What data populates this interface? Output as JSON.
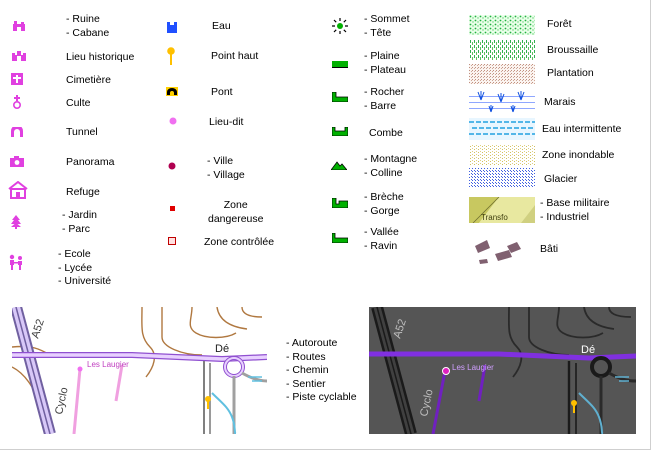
{
  "legend": {
    "col1": [
      {
        "text": "- Ruine\n- Cabane",
        "icon": "ruin-icon"
      },
      {
        "text": "Lieu historique",
        "icon": "historic-site-icon"
      },
      {
        "text": "Cimetière",
        "icon": "cemetery-icon"
      },
      {
        "text": "Culte",
        "icon": "worship-icon"
      },
      {
        "text": "Tunnel",
        "icon": "tunnel-icon"
      },
      {
        "text": "Panorama",
        "icon": "panorama-icon"
      },
      {
        "text": "Refuge",
        "icon": "refuge-icon"
      },
      {
        "text": "- Jardin\n- Parc",
        "icon": "garden-icon"
      },
      {
        "text": "- Ecole\n- Lycée\n- Université",
        "icon": "school-icon"
      }
    ],
    "col2": [
      {
        "text": "Eau",
        "icon": "water-icon"
      },
      {
        "text": "Point haut",
        "icon": "high-point-icon"
      },
      {
        "text": "Pont",
        "icon": "bridge-icon"
      },
      {
        "text": "Lieu-dit",
        "icon": "locality-icon"
      },
      {
        "text": "- Ville\n- Village",
        "icon": "town-icon"
      },
      {
        "text": "Zone\ndangereuse",
        "icon": "danger-zone-icon"
      },
      {
        "text": "Zone contrôlée",
        "icon": "controlled-zone-icon"
      }
    ],
    "col3": [
      {
        "text": "- Sommet\n- Tête",
        "icon": "summit-icon"
      },
      {
        "text": "- Plaine\n- Plateau",
        "icon": "plain-icon"
      },
      {
        "text": "- Rocher\n- Barre",
        "icon": "rock-icon"
      },
      {
        "text": "Combe",
        "icon": "combe-icon"
      },
      {
        "text": "- Montagne\n- Colline",
        "icon": "mountain-icon"
      },
      {
        "text": "- Brèche\n- Gorge",
        "icon": "gorge-icon"
      },
      {
        "text": "- Vallée\n- Ravin",
        "icon": "valley-icon"
      }
    ],
    "col4": [
      {
        "text": "Forêt",
        "swatch": "forest-swatch"
      },
      {
        "text": "Broussaille",
        "swatch": "scrub-swatch"
      },
      {
        "text": "Plantation",
        "swatch": "plantation-swatch"
      },
      {
        "text": "Marais",
        "swatch": "marsh-swatch"
      },
      {
        "text": "Eau intermittente",
        "swatch": "intermittent-water-swatch"
      },
      {
        "text": "Zone inondable",
        "swatch": "flood-zone-swatch"
      },
      {
        "text": "Glacier",
        "swatch": "glacier-swatch"
      },
      {
        "text": "- Base militaire\n- Industriel",
        "swatch": "military-industrial-swatch"
      },
      {
        "text": "Bâti",
        "swatch": "building-swatch"
      }
    ]
  },
  "roads_legend": "- Autoroute\n- Routes\n- Chemin\n- Sentier\n- Piste cyclable",
  "map_labels": {
    "highway": "A52",
    "locality": "Les Laugier",
    "cycle": "Cyclo",
    "town_partial": "Dé",
    "swatch_partial_text": "Transfo"
  },
  "colors": {
    "poi_magenta": "#e040e0",
    "relief_green": "#00b000",
    "water_blue": "#2050ff",
    "road_purple": "#b060f0",
    "dark_bg": "#555555"
  }
}
